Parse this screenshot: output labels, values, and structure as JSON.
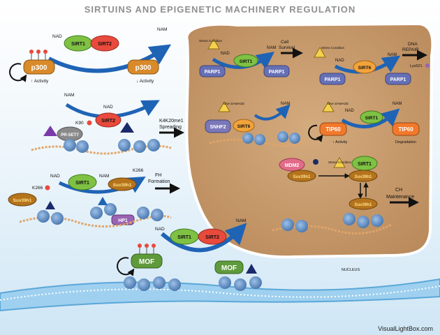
{
  "title": "SIRTUINS AND EPIGENETIC MACHINERY REGULATION",
  "watermark": "VisualLightBox.com",
  "nucleus_label": "NUCLEUS",
  "colors": {
    "background_top": "#ffffff",
    "background_bottom": "#cfe6f5",
    "nucleus_fill": "#c89b6a",
    "sirt1": "#7fc143",
    "sirt2": "#e84a3c",
    "p300": "#d98a2a",
    "parp1": "#6670b5",
    "sirt6": "#f2a33a",
    "tip60": "#f2792b",
    "snhf2": "#7a78b8",
    "suv39h1": "#b5741c",
    "mdm2": "#e36b8a",
    "mof": "#5f9a3b",
    "hp1": "#9a63b3",
    "prset7": "#8a8a8a",
    "arrow_blue": "#1f63b5",
    "nucleosome": "#5f8fc7",
    "dna": "#e0a56a"
  },
  "left": {
    "p300_module": {
      "nad": "NAD",
      "nam": "NAM",
      "sirt1": "SIRT1",
      "sirt2": "SIRT2",
      "p300_left": "p300",
      "p300_right": "p300",
      "activity_up": "Activity",
      "activity_down": "Activity"
    },
    "h4k20_module": {
      "nam": "NAM",
      "nad": "NAD",
      "sirt2": "SIRT2",
      "k90": "K90",
      "prset7": "PR-SET7",
      "result": "K4K20me1 Spreading"
    },
    "fh_module": {
      "nad": "NAD",
      "nam": "NAM",
      "sirt1": "SIRT1",
      "suv_left": "Suv39h1",
      "suv_right": "Suv39h1",
      "k266_left": "K266",
      "k266_right": "K266",
      "hp1": "HP1",
      "result": "FH Formation"
    },
    "mof_module": {
      "nad": "NAD",
      "nam": "NAM",
      "sirt1": "SIRT1",
      "sirt2": "SIRT2",
      "mof_left": "MOF",
      "mof_right": "MOF"
    }
  },
  "nucleus": {
    "parp_module": {
      "stress": "Stress Condition",
      "nad": "NAD",
      "nam": "NAM",
      "sirt1": "SIRT1",
      "parp_left": "PARP1",
      "parp_right": "PARP1",
      "result": "Cell Survival"
    },
    "sirt6_parp_module": {
      "stress": "Stress Condition",
      "nad": "NAD",
      "nam": "NAM",
      "sirt6": "SIRT6",
      "parp_left": "PARP1",
      "parp_right": "PARP1",
      "lys": "Lys521",
      "result": "DNA REPAIR"
    },
    "snhf2_module": {
      "damage": "DNA DAMAGE",
      "nam": "NAM",
      "snhf2": "SNHF2",
      "sirt6": "SIRT6"
    },
    "tip60_module": {
      "damage": "DNA DAMAGE",
      "nad": "NAD",
      "nam": "NAM",
      "sirt1": "SIRT1",
      "tip_left": "TIP60",
      "tip_right": "TIP60",
      "activity": "Activity",
      "degradation": "Degradation"
    },
    "ch_module": {
      "mdm2": "MDM2",
      "suv": "Suv39h1",
      "stress": "Stress Condition",
      "sirt1": "SIRT1",
      "suv_bound": "Suv39h1",
      "suv_bottom": "Suv39h1",
      "result": "CH Maintenance"
    }
  }
}
